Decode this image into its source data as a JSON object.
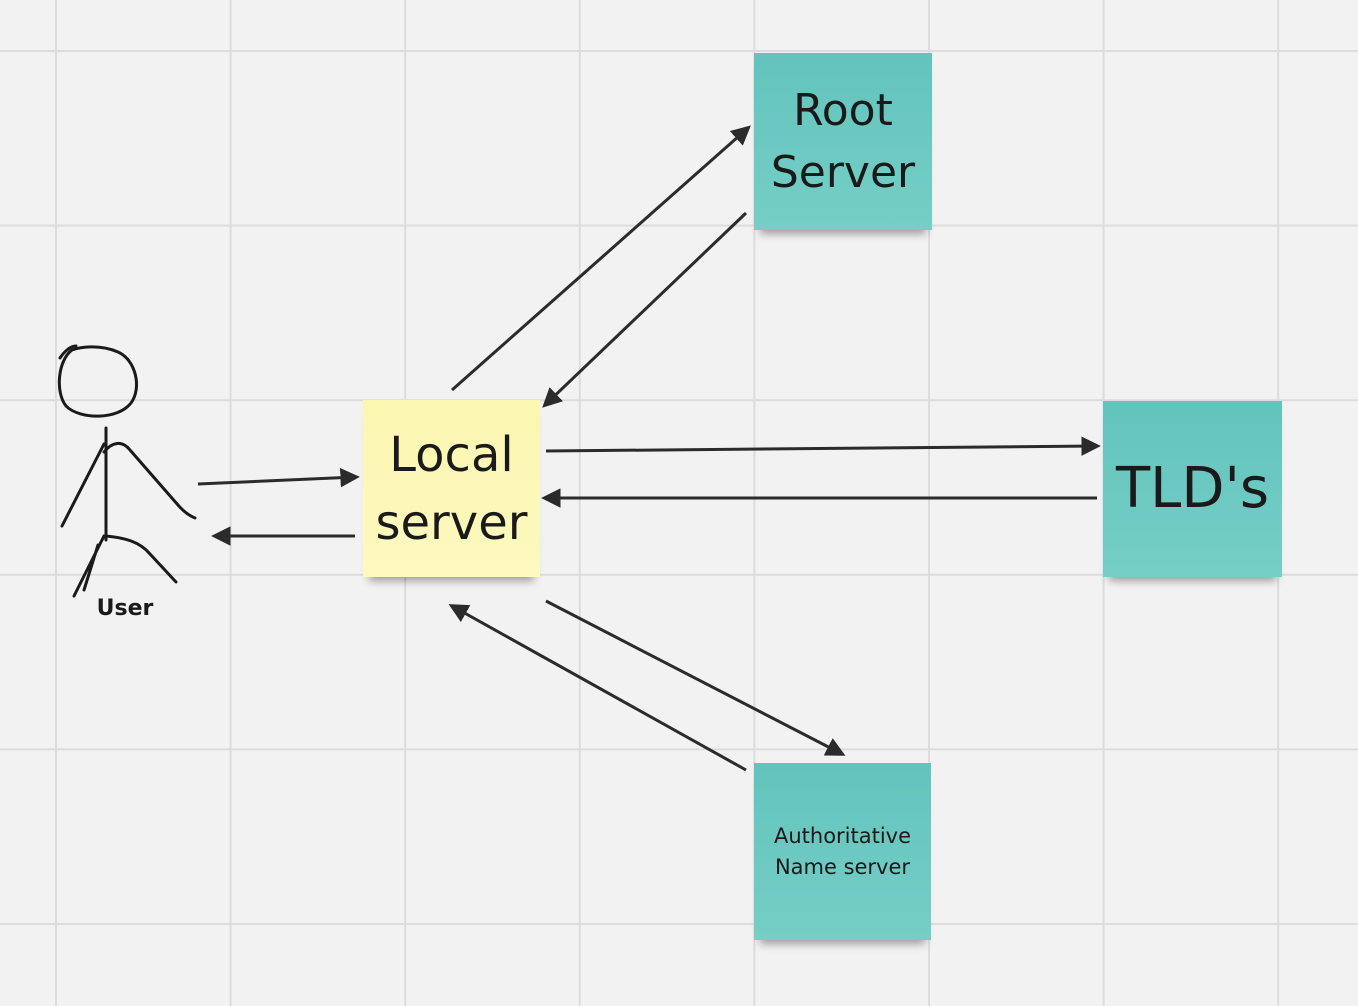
{
  "nodes": {
    "root": {
      "label": "Root\nServer"
    },
    "tld": {
      "label": "TLD's"
    },
    "local": {
      "label": "Local\nserver"
    },
    "auth": {
      "label": "Authoritative\nName server"
    },
    "user": {
      "label": "User"
    }
  },
  "colors": {
    "teal": "#6ccac2",
    "yellow": "#fdf8b8",
    "ink": "#2b2b2b",
    "grid": "#dcdcdc",
    "background": "#f2f2f2"
  }
}
